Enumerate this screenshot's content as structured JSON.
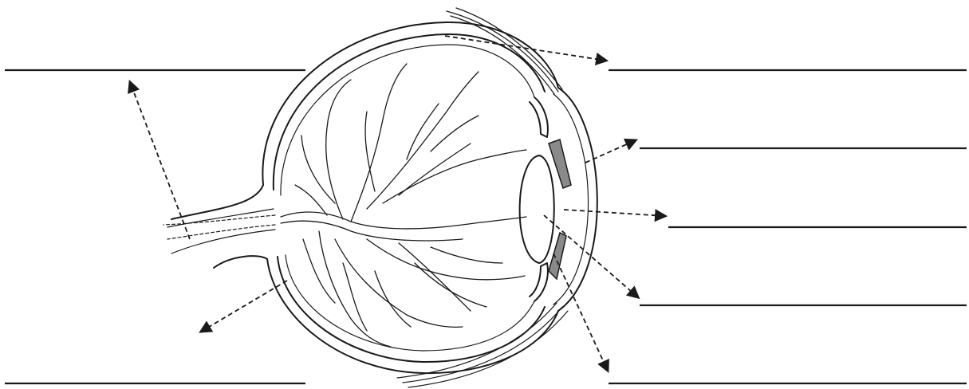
{
  "diagram": {
    "subject": "eye",
    "label_slots": [
      {
        "id": "left-top",
        "text": ""
      },
      {
        "id": "left-bottom",
        "text": ""
      },
      {
        "id": "right-1",
        "text": ""
      },
      {
        "id": "right-2",
        "text": ""
      },
      {
        "id": "right-3",
        "text": ""
      },
      {
        "id": "right-4",
        "text": ""
      },
      {
        "id": "right-5",
        "text": ""
      }
    ],
    "colors": {
      "line": "#1a1a1a",
      "iris_fill": "#8a8a8a",
      "background": "#ffffff"
    }
  }
}
